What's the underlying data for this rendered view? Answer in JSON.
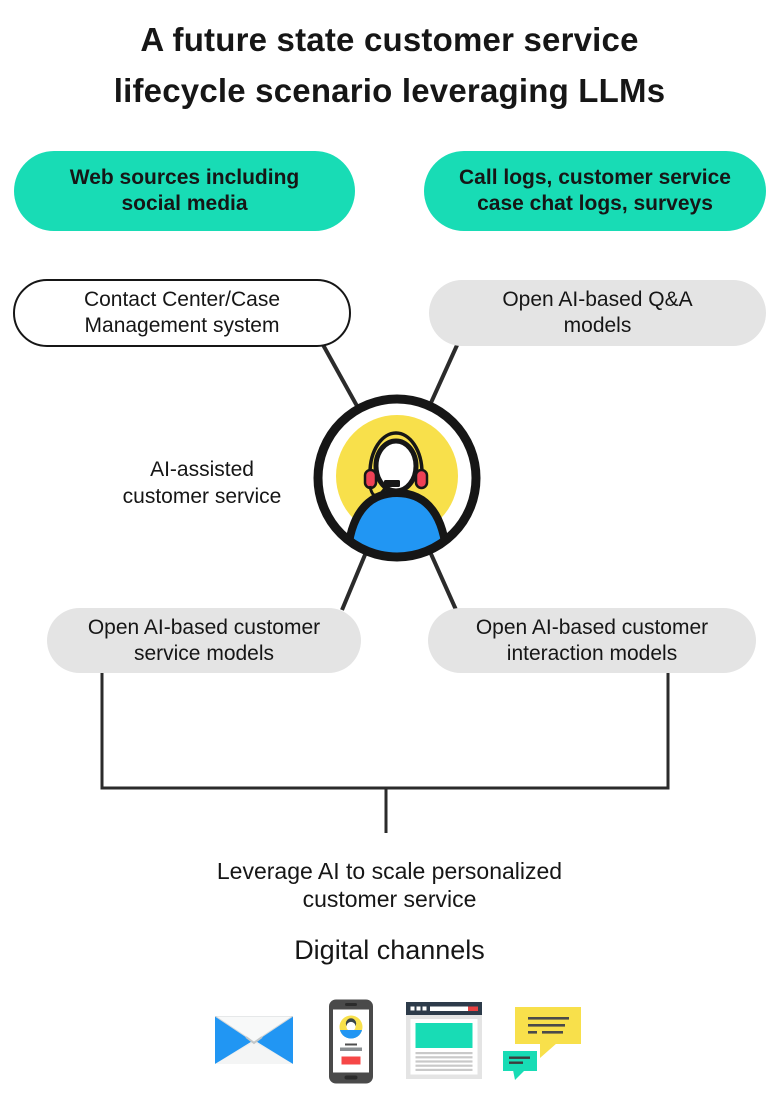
{
  "colors": {
    "teal": "#18dcb5",
    "pill_gray": "#e4e4e4",
    "yellow": "#f8e04b",
    "blue": "#2196f3",
    "red": "#ef4155",
    "ink": "#161616",
    "line": "#2b2b2b",
    "phone_body": "#4a4a4a",
    "phone_red": "#f64747",
    "browser_bar": "#2d3b4a",
    "browser_red": "#e84141",
    "browser_frame": "#e4e4e4"
  },
  "title": {
    "line1": "A future state customer service",
    "line2": "lifecycle scenario leveraging LLMs"
  },
  "data_sources": {
    "web": "Web sources including social media",
    "call_logs": "Call logs, customer service case chat logs, surveys"
  },
  "systems": {
    "contact_center": "Contact Center/Case Management system",
    "qa_models": "Open AI-based Q&A models",
    "service_models": "Open AI-based customer service models",
    "interaction_models": "Open AI-based customer interaction models"
  },
  "center": {
    "label": "AI-assisted customer service",
    "icon": "support-agent-icon"
  },
  "outcome": {
    "caption": "Leverage AI to scale personalized customer service",
    "channels_heading": "Digital channels",
    "channel_icons": [
      "email-icon",
      "mobile-app-icon",
      "web-browser-icon",
      "chat-bubbles-icon"
    ]
  }
}
